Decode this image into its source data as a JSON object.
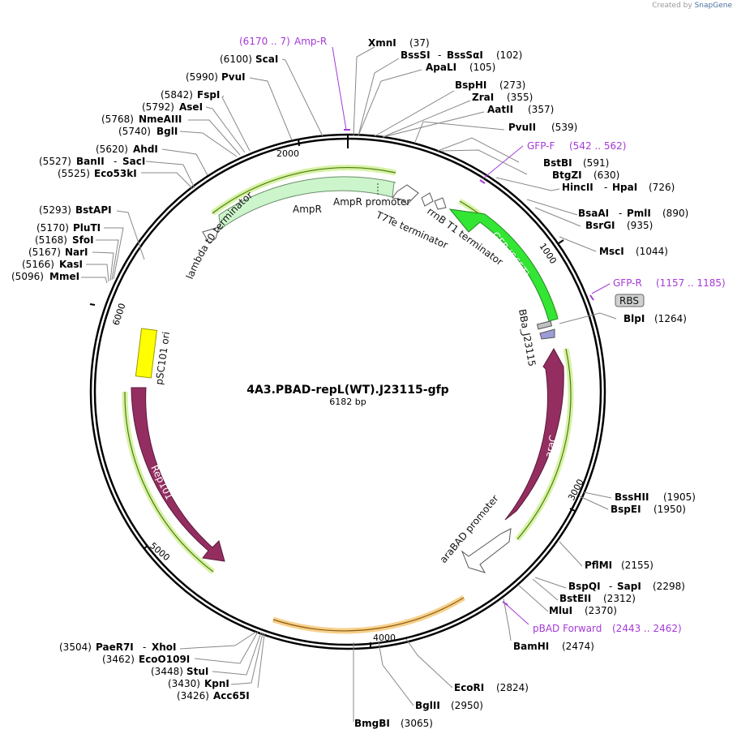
{
  "credit": {
    "prefix": "Created by",
    "brand": "SnapGene"
  },
  "plasmid": {
    "name": "4A3.PBAD-repL(WT).J23115-gfp",
    "size_text": "6182 bp",
    "length": 6182
  },
  "ticks": [
    "1000",
    "2000",
    "3000",
    "4000",
    "5000",
    "6000"
  ],
  "colors": {
    "ampr": "#ccf5cc",
    "gfp": "#33e633",
    "repl": "#942e61",
    "ori": "#ffff00",
    "primer": "#a53ad8",
    "highlight_green": "#d8f2a6",
    "highlight_orange": "#f7d08a"
  },
  "features": [
    {
      "id": "ampr",
      "label": "AmpR"
    },
    {
      "id": "ampr-promoter",
      "label": "AmpR promoter"
    },
    {
      "id": "lambda-t0",
      "label": "lambda t0 terminator"
    },
    {
      "id": "rrnb-t1",
      "label": "rrnB T1 terminator"
    },
    {
      "id": "t7te",
      "label": "T7Te terminator"
    },
    {
      "id": "gfp",
      "label": "GFP (S65T)"
    },
    {
      "id": "rbs",
      "label": "RBS"
    },
    {
      "id": "bba",
      "label": "BBa_J23115"
    },
    {
      "id": "arac",
      "label": "araC"
    },
    {
      "id": "arabad",
      "label": "araBAD promoter"
    },
    {
      "id": "rep101",
      "label": "Rep101"
    },
    {
      "id": "psc101",
      "label": "pSC101 ori"
    }
  ],
  "primers": [
    {
      "id": "amp-r",
      "pos": "(6170 .. 7)",
      "name": "Amp-R"
    },
    {
      "id": "gfp-f",
      "name": "GFP-F",
      "pos": "(542 .. 562)"
    },
    {
      "id": "gfp-r",
      "name": "GFP-R",
      "pos": "(1157 .. 1185)"
    },
    {
      "id": "pbad-forward",
      "name": "pBAD Forward",
      "pos": "(2443 .. 2462)"
    }
  ],
  "sites": [
    {
      "name": "XmnI",
      "pos": "(37)"
    },
    {
      "name": "BssSI",
      "name2": "BssSαI",
      "pos": "(102)"
    },
    {
      "name": "ApaLI",
      "pos": "(105)"
    },
    {
      "name": "BspHI",
      "pos": "(273)"
    },
    {
      "name": "ZraI",
      "pos": "(355)"
    },
    {
      "name": "AatII",
      "pos": "(357)"
    },
    {
      "name": "PvuII",
      "pos": "(539)"
    },
    {
      "name": "BstBI",
      "pos": "(591)"
    },
    {
      "name": "BtgZI",
      "pos": "(630)"
    },
    {
      "name": "HincII",
      "name2": "HpaI",
      "pos": "(726)"
    },
    {
      "name": "BsaAI",
      "name2": "PmlI",
      "pos": "(890)"
    },
    {
      "name": "BsrGI",
      "pos": "(935)"
    },
    {
      "name": "MscI",
      "pos": "(1044)"
    },
    {
      "name": "BlpI",
      "pos": "(1264)"
    },
    {
      "name": "BssHII",
      "pos": "(1905)"
    },
    {
      "name": "BspEI",
      "pos": "(1950)"
    },
    {
      "name": "PflMI",
      "pos": "(2155)"
    },
    {
      "name": "BspQI",
      "name2": "SapI",
      "pos": "(2298)"
    },
    {
      "name": "BstEII",
      "pos": "(2312)"
    },
    {
      "name": "MluI",
      "pos": "(2370)"
    },
    {
      "name": "BamHI",
      "pos": "(2474)"
    },
    {
      "name": "EcoRI",
      "pos": "(2824)"
    },
    {
      "name": "BglII",
      "pos": "(2950)"
    },
    {
      "name": "BmgBI",
      "pos": "(3065)"
    },
    {
      "name": "Acc65I",
      "pos": "(3426)"
    },
    {
      "name": "KpnI",
      "pos": "(3430)"
    },
    {
      "name": "StuI",
      "pos": "(3448)"
    },
    {
      "name": "EcoO109I",
      "pos": "(3462)"
    },
    {
      "name": "PaeR7I",
      "name2": "XhoI",
      "pos": "(3504)"
    },
    {
      "name": "MmeI",
      "pos": "(5096)"
    },
    {
      "name": "KasI",
      "pos": "(5166)"
    },
    {
      "name": "NarI",
      "pos": "(5167)"
    },
    {
      "name": "SfoI",
      "pos": "(5168)"
    },
    {
      "name": "PluTI",
      "pos": "(5170)"
    },
    {
      "name": "BstAPI",
      "pos": "(5293)"
    },
    {
      "name": "Eco53kI",
      "pos": "(5525)"
    },
    {
      "name": "BanII",
      "name2": "SacI",
      "pos": "(5527)"
    },
    {
      "name": "AhdI",
      "pos": "(5620)"
    },
    {
      "name": "BglI",
      "pos": "(5740)"
    },
    {
      "name": "NmeAIII",
      "pos": "(5768)"
    },
    {
      "name": "AseI",
      "pos": "(5792)"
    },
    {
      "name": "FspI",
      "pos": "(5842)"
    },
    {
      "name": "PvuI",
      "pos": "(5990)"
    },
    {
      "name": "ScaI",
      "pos": "(6100)"
    }
  ]
}
